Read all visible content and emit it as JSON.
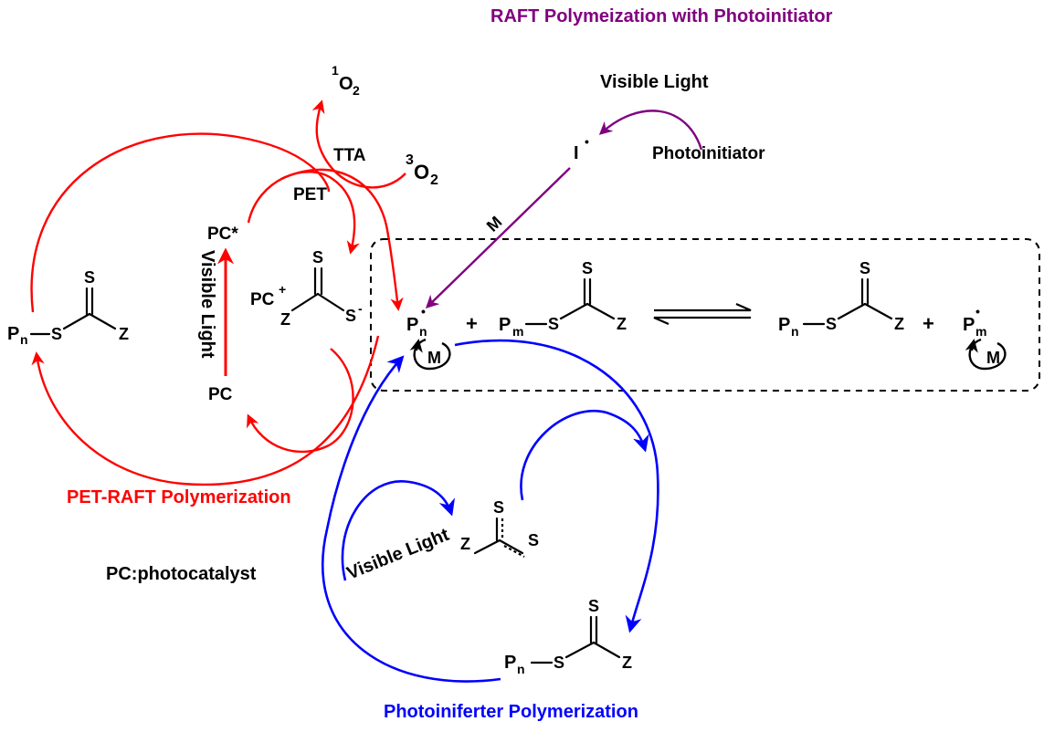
{
  "colors": {
    "pet_raft": "#ff0000",
    "photoiniferter": "#0000ff",
    "photoinitiator": "#800080",
    "main": "#000000"
  },
  "titles": {
    "raft_photoinitiator": "RAFT Polymeization with Photoinitiator",
    "pet_raft": "PET-RAFT Polymerization",
    "photoiniferter": "Photoiniferter Polymerization"
  },
  "legend": {
    "pc_definition": "PC:photocatalyst"
  },
  "labels": {
    "visible_light_top": "Visible Light",
    "photoinitiator": "Photoinitiator",
    "initiator_radical": "I",
    "monomer_M": "M",
    "tta": "TTA",
    "pet": "PET",
    "singlet_oxygen_sup": "1",
    "singlet_oxygen": "O",
    "singlet_oxygen_sub": "2",
    "triplet_oxygen_sup": "3",
    "triplet_oxygen": "O",
    "triplet_oxygen_sub": "2",
    "pc_star": "PC*",
    "pc": "PC",
    "pc_plus": "PC",
    "plus_sup": "+",
    "visible_light_vertical": "Visible Light",
    "visible_light_blue": "Visible Light",
    "P": "P",
    "sub_n": "n",
    "sub_m": "m",
    "S": "S",
    "Z": "Z",
    "S_minus": "S",
    "minus_sup": "-",
    "plus": "+",
    "dot": "•"
  }
}
